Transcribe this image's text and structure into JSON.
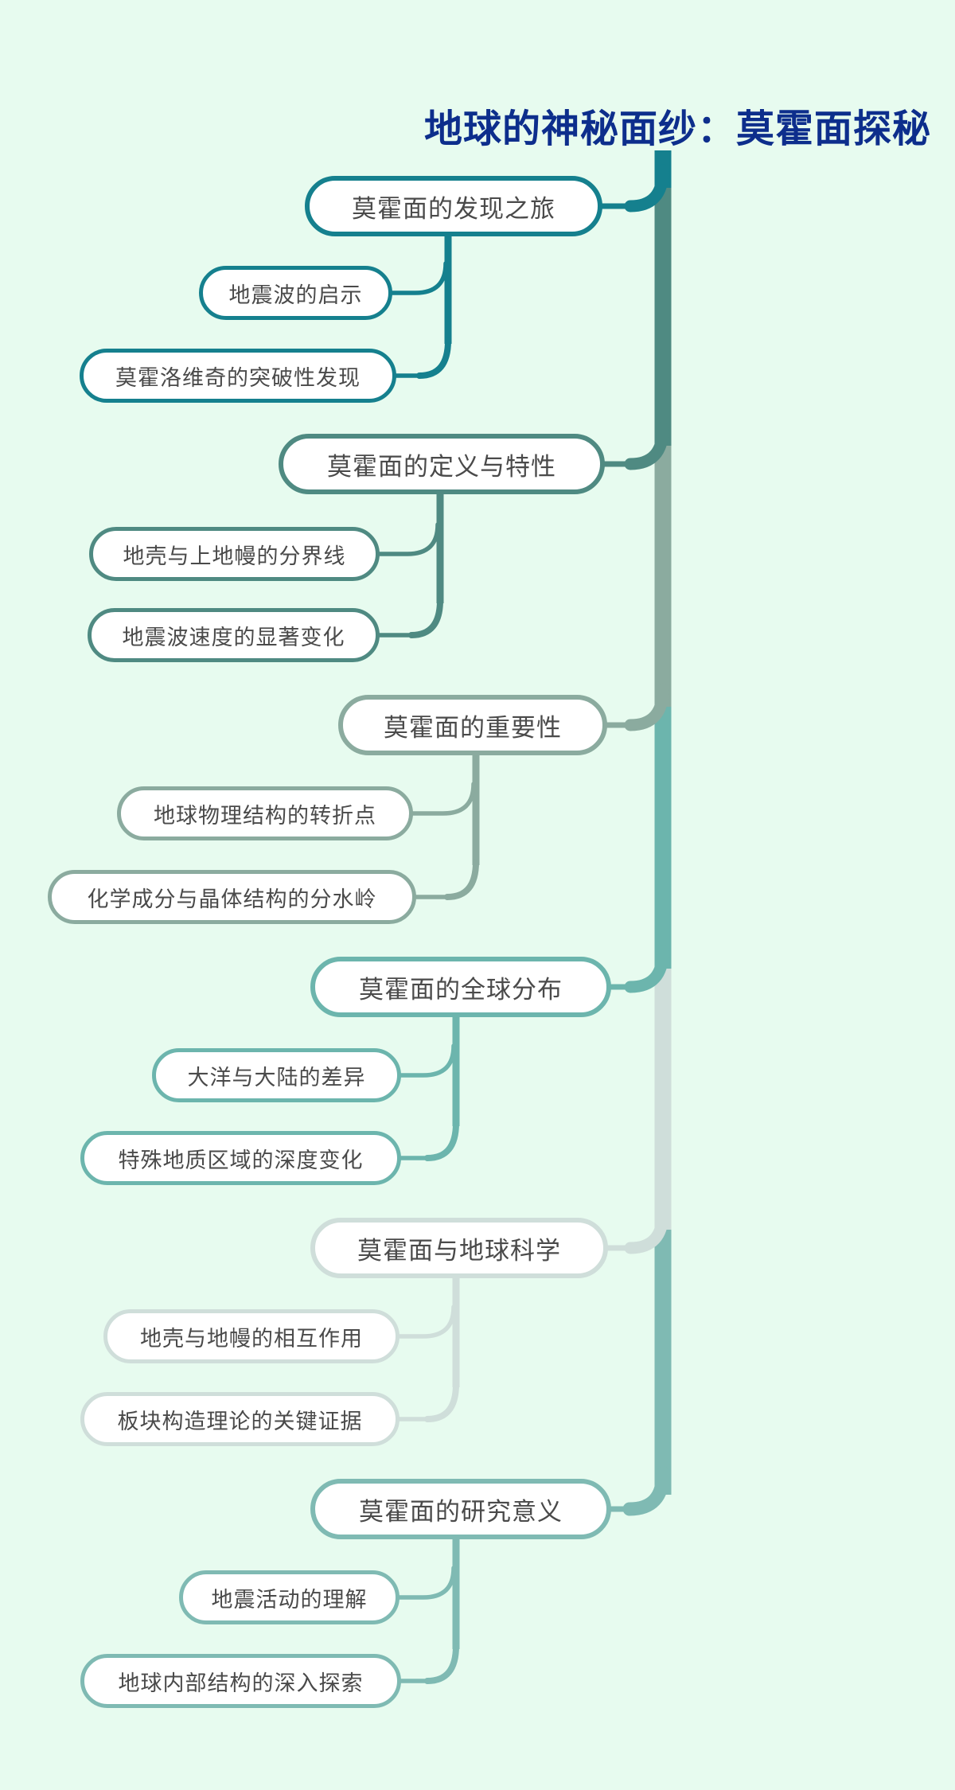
{
  "title": {
    "text": "地球的神秘面纱：莫霍面探秘"
  },
  "colors": {
    "background": "#e7fbef",
    "node_fill": "#ffffff",
    "node_text": "#4a4a4a",
    "title_text": "#0d2e8c"
  },
  "branches": [
    {
      "label": "莫霍面的发现之旅",
      "color": "#15808e",
      "children": [
        {
          "label": "地震波的启示"
        },
        {
          "label": "莫霍洛维奇的突破性发现"
        }
      ]
    },
    {
      "label": "莫霍面的定义与特性",
      "color": "#4f8a82",
      "children": [
        {
          "label": "地壳与上地幔的分界线"
        },
        {
          "label": "地震波速度的显著变化"
        }
      ]
    },
    {
      "label": "莫霍面的重要性",
      "color": "#8bab9f",
      "children": [
        {
          "label": "地球物理结构的转折点"
        },
        {
          "label": "化学成分与晶体结构的分水岭"
        }
      ]
    },
    {
      "label": "莫霍面的全球分布",
      "color": "#6cb5ad",
      "children": [
        {
          "label": "大洋与大陆的差异"
        },
        {
          "label": "特殊地质区域的深度变化"
        }
      ]
    },
    {
      "label": "莫霍面与地球科学",
      "color": "#cfdeda",
      "children": [
        {
          "label": "地壳与地幔的相互作用"
        },
        {
          "label": "板块构造理论的关键证据"
        }
      ]
    },
    {
      "label": "莫霍面的研究意义",
      "color": "#7fbab3",
      "children": [
        {
          "label": "地震活动的理解"
        },
        {
          "label": "地球内部结构的深入探索"
        }
      ]
    }
  ]
}
